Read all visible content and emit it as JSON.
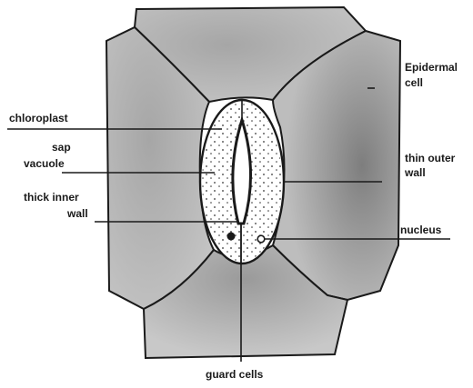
{
  "diagram": {
    "labels": {
      "epidermal_cell": [
        "Epidermal",
        "cell"
      ],
      "chloroplast": "chloroplast",
      "sap_vacuole": [
        "sap",
        "vacuole"
      ],
      "thin_outer_wall": [
        "thin outer",
        "wall"
      ],
      "thick_inner_wall": [
        "thick inner",
        "wall"
      ],
      "nucleus": "nucleus",
      "guard_cells": "guard cells"
    },
    "colors": {
      "cell_fill": "#b4b4b4",
      "cell_shade": "#8a8a8a",
      "outline": "#1a1a1a",
      "guard_cell_fill": "#ffffff"
    }
  }
}
